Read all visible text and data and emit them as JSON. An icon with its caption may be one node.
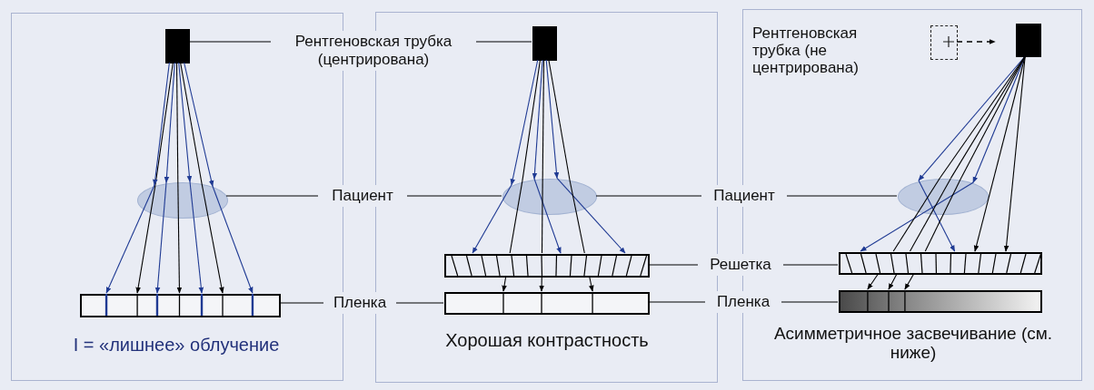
{
  "diagram": {
    "nodes": [
      {
        "text": [
          "I = «лишнее» облучение"
        ]
      },
      {
        "text": [],
        "shape": "box",
        "in": 0
      },
      {
        "text": [],
        "shape": "ellipse",
        "in": 0
      },
      {
        "text": [],
        "shape": "box",
        "in": 0
      },
      {
        "text": [
          "Рентгеновская трубка (центрирована)"
        ]
      },
      {
        "text": [
          "Хорошая контрастность"
        ]
      },
      {
        "text": [],
        "shape": "box",
        "in": 5
      },
      {
        "text": [],
        "shape": "ellipse",
        "in": 5
      },
      {
        "text": [],
        "shape": "box",
        "in": 5
      },
      {
        "text": [],
        "shape": "box",
        "in": 5
      },
      {
        "text": [
          "Пациент"
        ]
      },
      {
        "text": [
          "Пациент"
        ]
      },
      {
        "text": [
          "Решетка"
        ]
      },
      {
        "text": [
          "Пленка"
        ]
      },
      {
        "text": [
          "Пленка"
        ]
      },
      {
        "text": [
          "Рентгеновская трубка (не центрирована)",
          "Асимметричное засвечивание (см. ниже)"
        ]
      },
      {
        "text": [],
        "shape": "box",
        "in": 15
      },
      {
        "text": [],
        "shape": "box",
        "in": 15
      },
      {
        "text": [],
        "shape": "ellipse",
        "in": 15
      },
      {
        "text": [],
        "shape": "box",
        "in": 15
      },
      {
        "text": [],
        "shape": "box",
        "in": 15
      }
    ],
    "edges": [
      {
        "from": 1,
        "to": 2,
        "arrow": "none"
      },
      {
        "from": 2,
        "to": 3,
        "arrow": "to"
      },
      {
        "from": 1,
        "to": 2,
        "arrow": "none"
      },
      {
        "from": 2,
        "to": 3,
        "arrow": "to"
      },
      {
        "from": 1,
        "to": 2,
        "arrow": "none"
      },
      {
        "from": 2,
        "to": 3,
        "arrow": "to"
      },
      {
        "from": 1,
        "to": 2,
        "arrow": "to",
        "color": "#1f3a93"
      },
      {
        "from": 2,
        "to": 3,
        "arrow": "to",
        "color": "#1f3a93"
      },
      {
        "from": 1,
        "to": 2,
        "arrow": "to",
        "color": "#1f3a93"
      },
      {
        "from": 2,
        "to": 3,
        "arrow": "to",
        "color": "#1f3a93"
      },
      {
        "from": 1,
        "to": 2,
        "arrow": "to",
        "color": "#1f3a93"
      },
      {
        "from": 2,
        "to": 3,
        "arrow": "to",
        "color": "#1f3a93"
      },
      {
        "from": 1,
        "to": 2,
        "arrow": "to",
        "color": "#1f3a93"
      },
      {
        "from": 2,
        "to": 3,
        "arrow": "to",
        "color": "#1f3a93"
      },
      {
        "from": 6,
        "to": 7,
        "arrow": "to",
        "color": "#1f3a93"
      },
      {
        "from": 7,
        "to": 8,
        "arrow": "to",
        "color": "#1f3a93"
      },
      {
        "from": 6,
        "to": 7,
        "arrow": "to",
        "color": "#1f3a93"
      },
      {
        "from": 7,
        "to": 8,
        "arrow": "to",
        "color": "#1f3a93"
      },
      {
        "from": 6,
        "to": 7,
        "arrow": "to",
        "color": "#1f3a93"
      },
      {
        "from": 7,
        "to": 8,
        "arrow": "to",
        "color": "#1f3a93"
      },
      {
        "from": 6,
        "to": 7,
        "arrow": "none"
      },
      {
        "from": 7,
        "to": 8,
        "arrow": "none"
      },
      {
        "from": 8,
        "to": 9,
        "arrow": "to"
      },
      {
        "from": 6,
        "to": 7,
        "arrow": "none"
      },
      {
        "from": 7,
        "to": 8,
        "arrow": "none"
      },
      {
        "from": 8,
        "to": 9,
        "arrow": "to"
      },
      {
        "from": 6,
        "to": 7,
        "arrow": "none"
      },
      {
        "from": 7,
        "to": 8,
        "arrow": "none"
      },
      {
        "from": 8,
        "to": 9,
        "arrow": "to"
      },
      {
        "from": 17,
        "to": 18,
        "arrow": "to",
        "color": "#1f3a93"
      },
      {
        "from": 18,
        "to": 19,
        "arrow": "to",
        "color": "#1f3a93"
      },
      {
        "from": 17,
        "to": 18,
        "arrow": "to",
        "color": "#1f3a93"
      },
      {
        "from": 18,
        "to": 19,
        "arrow": "to",
        "color": "#1f3a93"
      },
      {
        "from": 17,
        "to": 19,
        "arrow": "to"
      },
      {
        "from": 17,
        "to": 19,
        "arrow": "to"
      },
      {
        "from": 17,
        "to": 18,
        "arrow": "none"
      },
      {
        "from": 18,
        "to": 19,
        "arrow": "none"
      },
      {
        "from": 19,
        "to": 20,
        "arrow": "to"
      },
      {
        "from": 17,
        "to": 18,
        "arrow": "none"
      },
      {
        "from": 18,
        "to": 19,
        "arrow": "none"
      },
      {
        "from": 19,
        "to": 20,
        "arrow": "to"
      },
      {
        "from": 17,
        "to": 18,
        "arrow": "none"
      },
      {
        "from": 18,
        "to": 19,
        "arrow": "none"
      },
      {
        "from": 19,
        "to": 20,
        "arrow": "to"
      },
      {
        "from": 16,
        "to": 17,
        "arrow": "to",
        "style": "dashed"
      },
      {
        "from": 4,
        "to": 1,
        "arrow": "none"
      },
      {
        "from": 4,
        "to": 6,
        "arrow": "none"
      },
      {
        "from": 10,
        "to": 2,
        "arrow": "none"
      },
      {
        "from": 10,
        "to": 7,
        "arrow": "none"
      },
      {
        "from": 11,
        "to": 7,
        "arrow": "none"
      },
      {
        "from": 11,
        "to": 18,
        "arrow": "none"
      },
      {
        "from": 12,
        "to": 8,
        "arrow": "none"
      },
      {
        "from": 12,
        "to": 19,
        "arrow": "none"
      },
      {
        "from": 13,
        "to": 3,
        "arrow": "none"
      },
      {
        "from": 13,
        "to": 9,
        "arrow": "none"
      },
      {
        "from": 14,
        "to": 9,
        "arrow": "none"
      },
      {
        "from": 14,
        "to": 20,
        "arrow": "none"
      }
    ]
  }
}
